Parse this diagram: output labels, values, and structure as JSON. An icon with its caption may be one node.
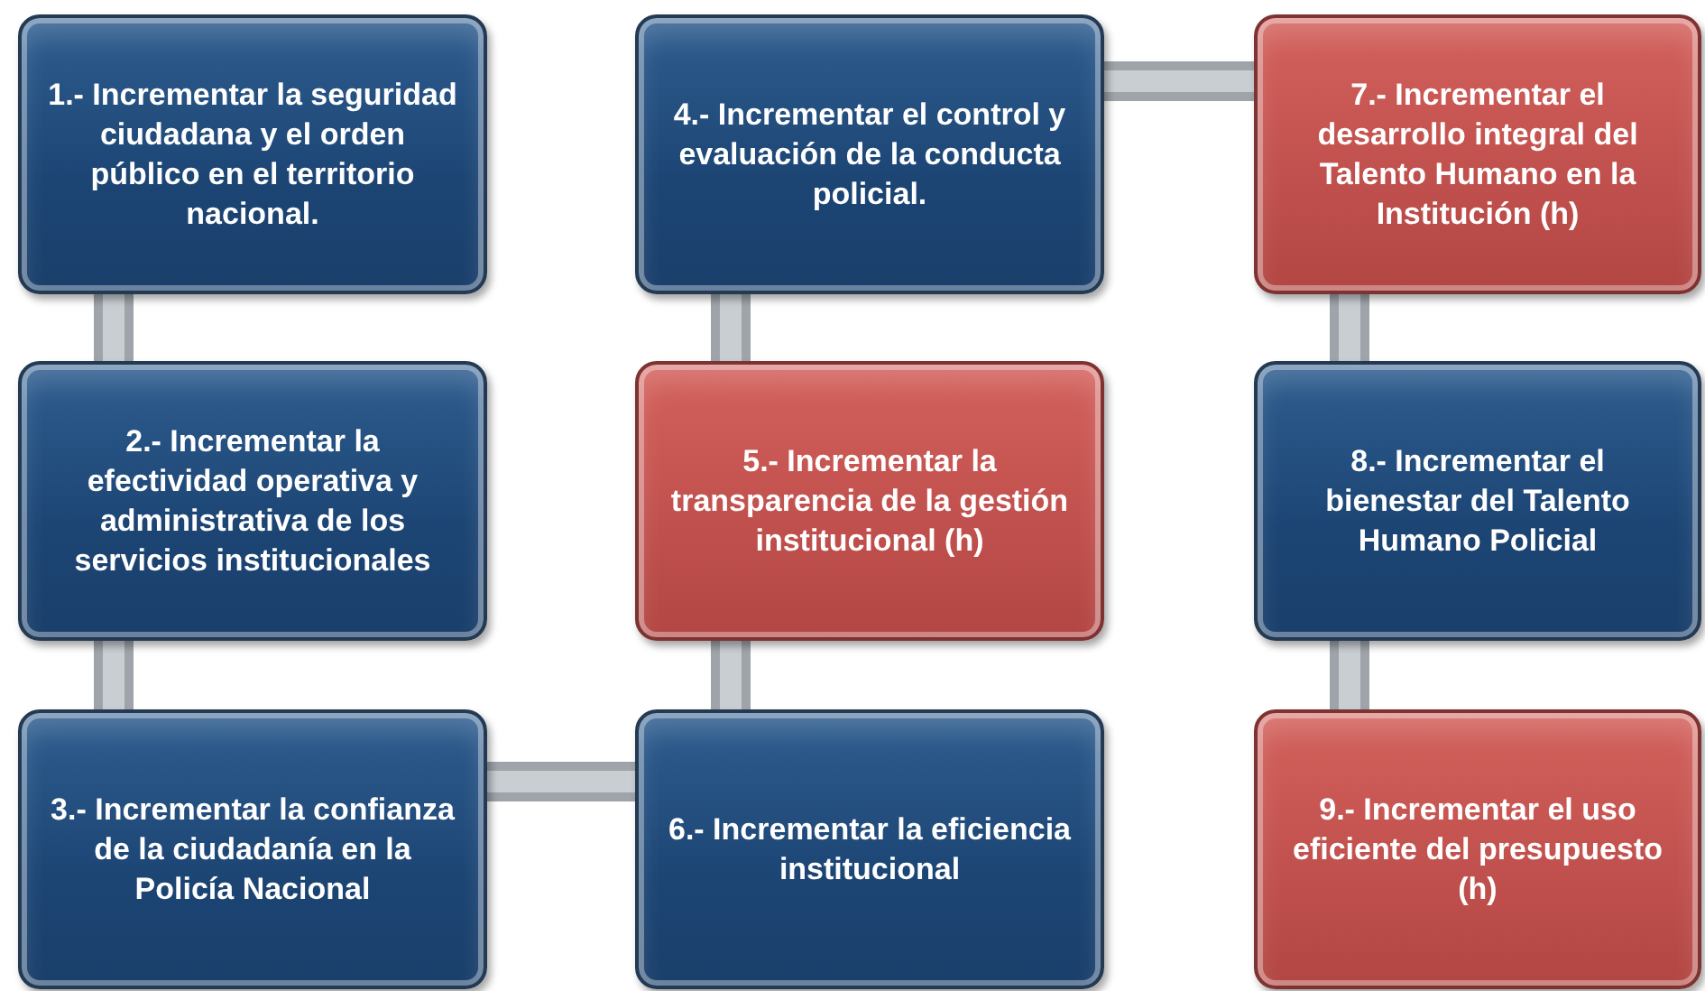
{
  "diagram": {
    "nodes": [
      {
        "text": [
          "1.- Incrementar la seguridad ciudadana y el orden público en el territorio nacional."
        ]
      },
      {
        "text": [
          "2.- Incrementar la efectividad operativa y administrativa de los servicios institucionales"
        ]
      },
      {
        "text": [
          "3.- Incrementar la confianza de la ciudadanía en la Policía Nacional"
        ]
      },
      {
        "text": [
          "4.- Incrementar el control y evaluación de la conducta policial."
        ]
      },
      {
        "text": [
          "5.- Incrementar la transparencia de la gestión institucional (h)"
        ]
      },
      {
        "text": [
          "6.- Incrementar la eficiencia institucional"
        ]
      },
      {
        "text": [
          "7.- Incrementar el desarrollo  integral del Talento Humano en la Institución (h)"
        ]
      },
      {
        "text": [
          "8.- Incrementar el bienestar del Talento Humano Policial"
        ]
      },
      {
        "text": [
          "9.- Incrementar el uso eficiente del presupuesto (h)"
        ]
      }
    ],
    "edges": [
      {
        "from": 0,
        "to": 1,
        "arrow": "none"
      },
      {
        "from": 1,
        "to": 2,
        "arrow": "none"
      },
      {
        "from": 2,
        "to": 5,
        "arrow": "none"
      },
      {
        "from": 5,
        "to": 4,
        "arrow": "none"
      },
      {
        "from": 4,
        "to": 3,
        "arrow": "none"
      },
      {
        "from": 3,
        "to": 6,
        "arrow": "none"
      },
      {
        "from": 6,
        "to": 7,
        "arrow": "none"
      },
      {
        "from": 7,
        "to": 8,
        "arrow": "none"
      }
    ]
  }
}
